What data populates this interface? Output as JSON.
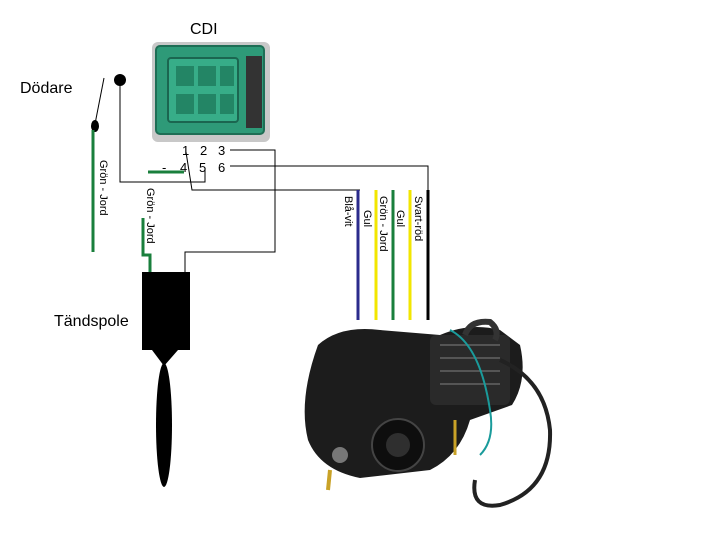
{
  "labels": {
    "cdi": "CDI",
    "kill_switch": "Dödare",
    "ignition_coil": "Tändspole"
  },
  "cdi_pins": {
    "pin1": "1",
    "pin2": "2",
    "pin3": "3",
    "pin4": "4",
    "pin5": "5",
    "pin6": "6",
    "dash": "-"
  },
  "wires": {
    "killswitch_ground": "Grön - Jord",
    "coil_ground": "Grön - Jord",
    "engine_wire_1": "Blå-vit",
    "engine_wire_2": "Gul",
    "engine_wire_3": "Grön - Jord",
    "engine_wire_4": "Gul",
    "engine_wire_5": "Svart-röd"
  },
  "colors": {
    "blue_white": "#2b2b8c",
    "yellow": "#f2e600",
    "green": "#1a7f3c",
    "black": "#000000",
    "cdi_body": "#2e9a78",
    "engine": "#1c1c1c"
  }
}
